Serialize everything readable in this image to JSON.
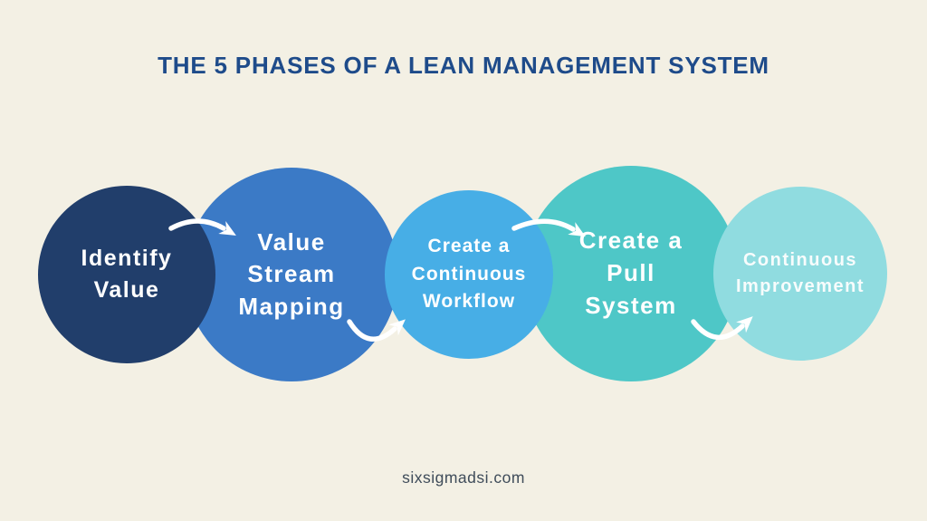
{
  "title": {
    "text": "THE 5 PHASES OF A LEAN MANAGEMENT SYSTEM",
    "color": "#1e4b8a"
  },
  "background_color": "#f3f0e4",
  "arrow_color": "#ffffff",
  "phases": [
    {
      "step": 1,
      "label": "Identify\nValue",
      "color": "#213e6b",
      "text_color": "#ffffff"
    },
    {
      "step": 2,
      "label": "Value\nStream\nMapping",
      "color": "#3b7ac6",
      "text_color": "#ffffff"
    },
    {
      "step": 3,
      "label": "Create a\nContinuous\nWorkflow",
      "color": "#47aee6",
      "text_color": "#ffffff"
    },
    {
      "step": 4,
      "label": "Create a\nPull\nSystem",
      "color": "#4ec7c7",
      "text_color": "#ffffff"
    },
    {
      "step": 5,
      "label": "Continuous\nImprovement",
      "color": "#90dce0",
      "text_color": "#ffffff"
    }
  ],
  "footer": {
    "text": "sixsigmadsi.com",
    "color": "#3f4c5a"
  }
}
